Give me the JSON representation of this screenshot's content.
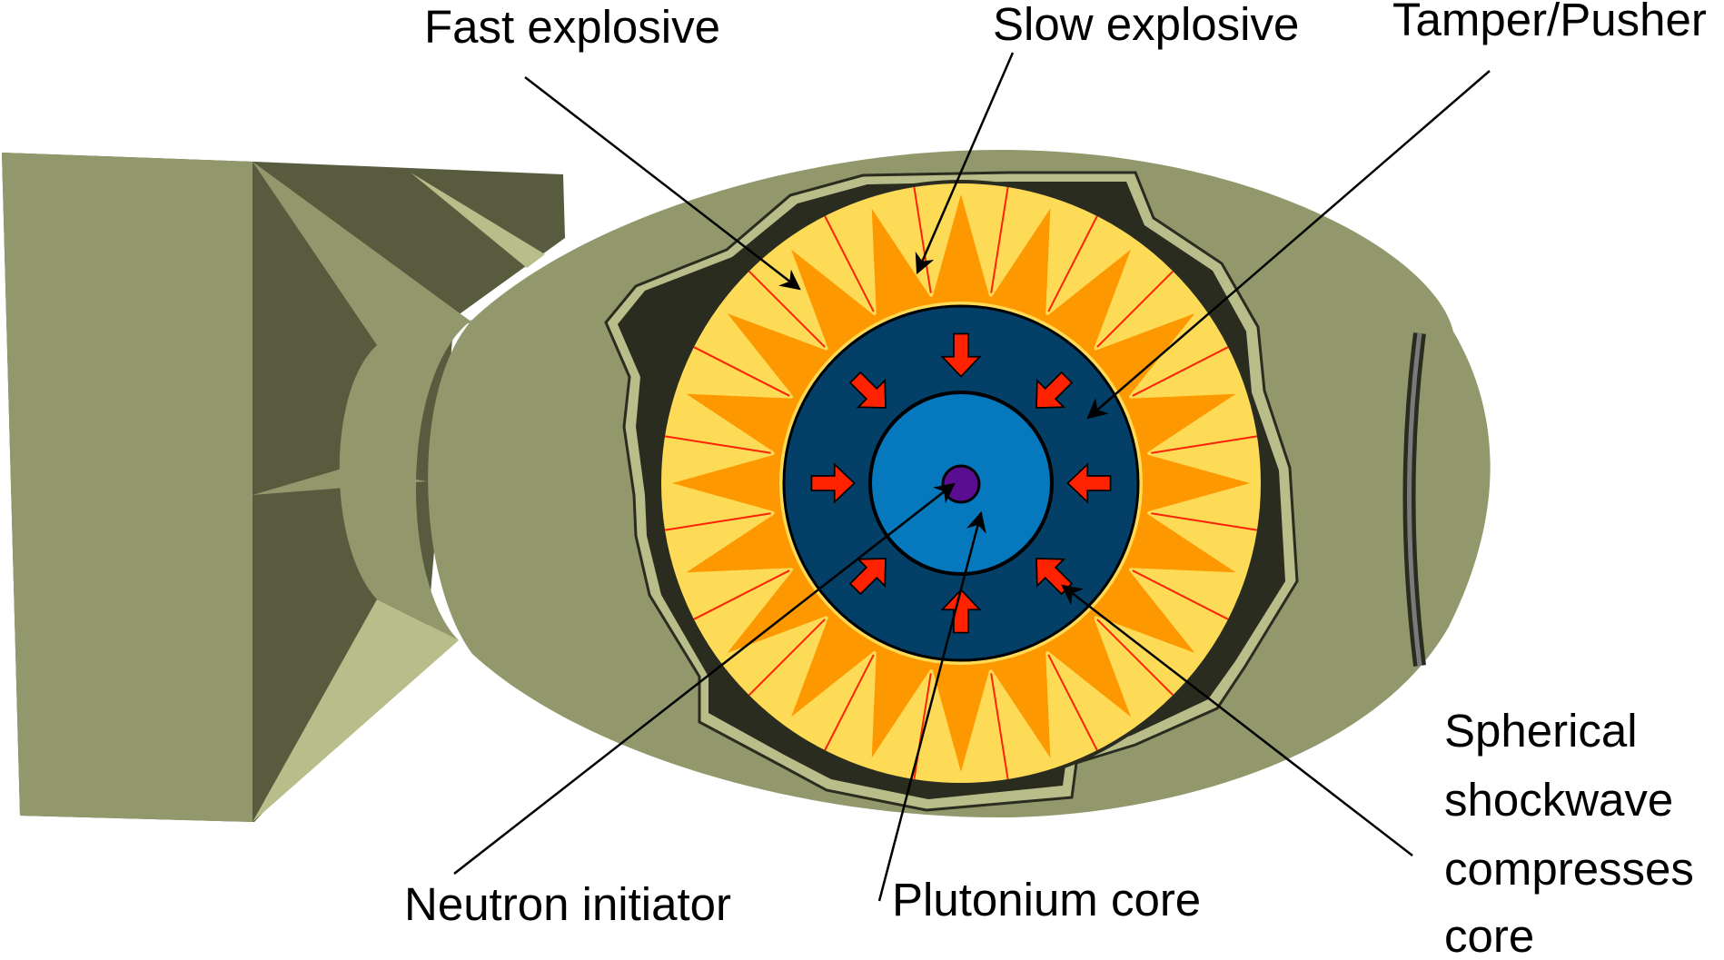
{
  "labels": {
    "fast_explosive": "Fast explosive",
    "slow_explosive": "Slow explosive",
    "tamper_pusher": "Tamper/Pusher",
    "neutron_initiator": "Neutron initiator",
    "plutonium_core": "Plutonium core",
    "shockwave": [
      "Spherical",
      "shockwave",
      "compresses",
      "core"
    ]
  },
  "colors": {
    "casing": "#93986c",
    "casing_dark": "#585b3e",
    "casing_light": "#b8bd8a",
    "casing_edge": "#2a2c1f",
    "fast_explosive": "#fddb57",
    "slow_explosive": "#fd9800",
    "tamper": "#033f66",
    "core": "#0578be",
    "initiator": "#5b0d91",
    "arrow": "#fe2200"
  },
  "implosion_arrow_count": 8,
  "explosive_segment_count": 20
}
